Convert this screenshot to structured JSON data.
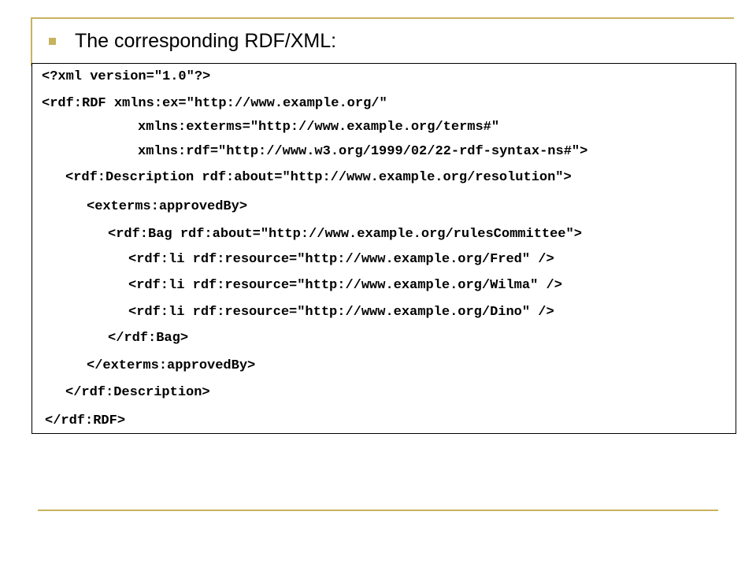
{
  "slide": {
    "heading": "The corresponding RDF/XML:"
  },
  "code": {
    "lines": [
      "<?xml version=\"1.0\"?>",
      "<rdf:RDF xmlns:ex=\"http://www.example.org/\"",
      "xmlns:exterms=\"http://www.example.org/terms#\"",
      "xmlns:rdf=\"http://www.w3.org/1999/02/22-rdf-syntax-ns#\">",
      "<rdf:Description rdf:about=\"http://www.example.org/resolution\">",
      "<exterms:approvedBy>",
      "<rdf:Bag rdf:about=\"http://www.example.org/rulesCommittee\">",
      "<rdf:li rdf:resource=\"http://www.example.org/Fred\" />",
      "<rdf:li rdf:resource=\"http://www.example.org/Wilma\" />",
      "<rdf:li rdf:resource=\"http://www.example.org/Dino\" />",
      "</rdf:Bag>",
      "</exterms:approvedBy>",
      "</rdf:Description>",
      "</rdf:RDF>"
    ]
  }
}
